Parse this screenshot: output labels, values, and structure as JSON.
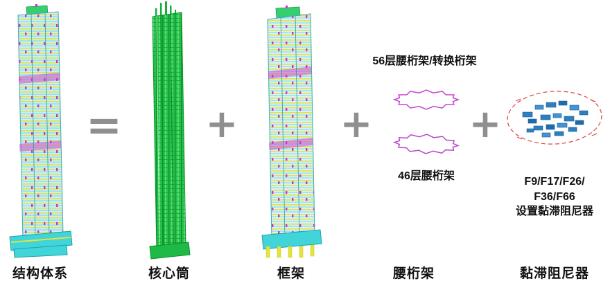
{
  "labels": {
    "structure": "结构体系",
    "core": "核心筒",
    "frame": "框架",
    "belt": "腰桁架",
    "damper": "黏滞阻尼器"
  },
  "operators": {
    "equals": "=",
    "plus": "+"
  },
  "annotations": {
    "belt_top": "56层腰桁架/转换桁架",
    "belt_bottom": "46层腰桁架",
    "damper_line1": "F9/F17/F26/",
    "damper_line2": "F36/F66",
    "damper_line3": "设置黏滞阻尼器"
  },
  "colors": {
    "operator_gray": "#8f8f8f",
    "tower_cyan": "#c9eff6",
    "floor_yellow": "#e6e23e",
    "accent_magenta": "#d12fd1",
    "core_green": "#27c24a",
    "truss_magenta": "#c93fd1",
    "damper_blue": "#2e7fc0",
    "damper_outline_red": "#e04040",
    "text_black": "#111111"
  }
}
